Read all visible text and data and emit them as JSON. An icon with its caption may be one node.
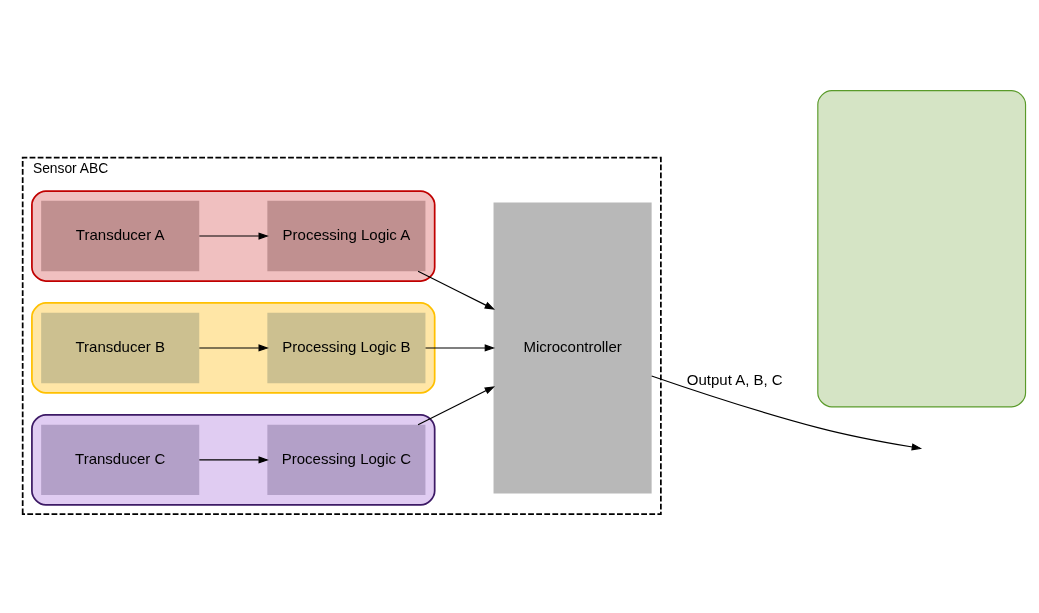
{
  "diagram": {
    "nodes": [
      {
        "text": [
          "Sensor ABC"
        ]
      },
      {
        "text": [],
        "shape": "box",
        "in": 0
      },
      {
        "text": [
          "Transducer A"
        ],
        "in": 1
      },
      {
        "text": [
          "Processing Logic A"
        ],
        "in": 1
      },
      {
        "text": [],
        "shape": "box",
        "in": 0
      },
      {
        "text": [
          "Transducer B"
        ],
        "in": 4
      },
      {
        "text": [
          "Processing Logic B"
        ],
        "in": 4
      },
      {
        "text": [],
        "shape": "box",
        "in": 0
      },
      {
        "text": [
          "Transducer C"
        ],
        "in": 7
      },
      {
        "text": [
          "Processing Logic C"
        ],
        "in": 7
      },
      {
        "text": [
          "Microcontroller"
        ],
        "in": 0
      },
      {
        "text": [],
        "shape": "box"
      }
    ],
    "edges": [
      {
        "from": 2,
        "to": 3,
        "arrow": "to"
      },
      {
        "from": 3,
        "to": 10,
        "arrow": "to"
      },
      {
        "from": 5,
        "to": 6,
        "arrow": "to"
      },
      {
        "from": 6,
        "to": 10,
        "arrow": "to"
      },
      {
        "from": 8,
        "to": 9,
        "arrow": "to"
      },
      {
        "from": 9,
        "to": 10,
        "arrow": "to"
      },
      {
        "from": 10,
        "to": null,
        "label": "Output A, B, C",
        "arrow": "to"
      }
    ]
  }
}
